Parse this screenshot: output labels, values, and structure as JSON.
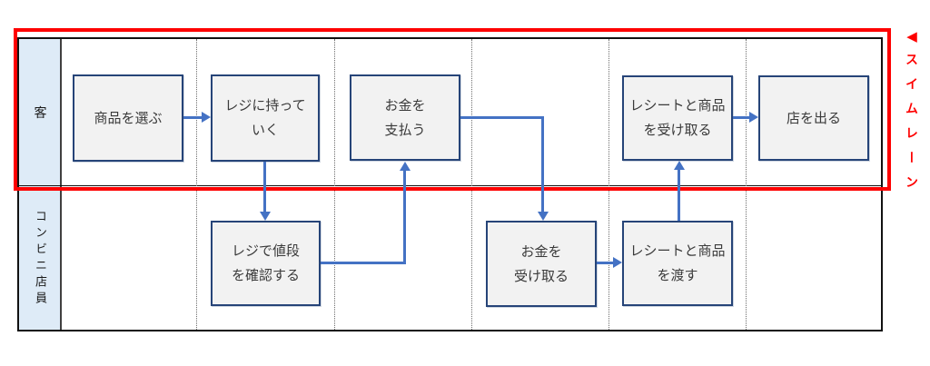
{
  "diagram": {
    "type": "swimlane-flowchart",
    "lanes": [
      {
        "label": "客"
      },
      {
        "label": "コンビニ店員"
      }
    ],
    "nodes": [
      {
        "label": "商品を選ぶ",
        "lane": 0
      },
      {
        "label": "レジに持って\nいく",
        "lane": 0
      },
      {
        "label": "お金を\n支払う",
        "lane": 0
      },
      {
        "label": "レシートと商品\nを受け取る",
        "lane": 0
      },
      {
        "label": "店を出る",
        "lane": 0
      },
      {
        "label": "レジで値段\nを確認する",
        "lane": 1
      },
      {
        "label": "お金を\n受け取る",
        "lane": 1
      },
      {
        "label": "レシートと商品\nを渡す",
        "lane": 1
      }
    ],
    "edges": [
      {
        "from": 0,
        "to": 1
      },
      {
        "from": 1,
        "to": 5
      },
      {
        "from": 5,
        "to": 2
      },
      {
        "from": 2,
        "to": 6
      },
      {
        "from": 6,
        "to": 7
      },
      {
        "from": 7,
        "to": 3
      },
      {
        "from": 3,
        "to": 4
      }
    ],
    "annotation": {
      "pointer": "◀",
      "label": "スイムレーン"
    },
    "colors": {
      "connector": "#4472C4",
      "node_border": "#264478",
      "node_fill": "#F2F2F2",
      "lane_fill": "#DEEBF7",
      "highlight": "#FE0000",
      "frame": "#111111"
    }
  }
}
